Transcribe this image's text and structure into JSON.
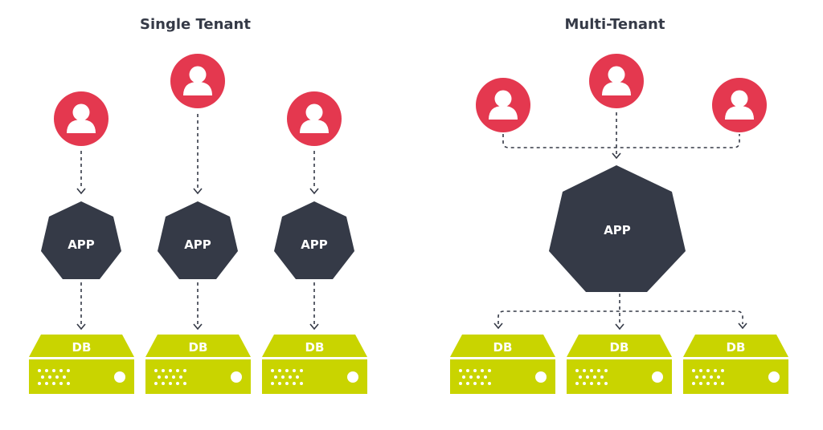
{
  "single_tenant": {
    "title": "Single Tenant",
    "app_labels": [
      "APP",
      "APP",
      "APP"
    ],
    "db_labels": [
      "DB",
      "DB",
      "DB"
    ]
  },
  "multi_tenant": {
    "title": "Multi-Tenant",
    "app_label": "APP",
    "db_labels": [
      "DB",
      "DB",
      "DB"
    ]
  },
  "colors": {
    "user": "#e4384f",
    "app": "#353a47",
    "db": "#c9d400",
    "line": "#353a47"
  },
  "icons": {
    "user": "user-icon",
    "db_dots": "server-vent-icon"
  }
}
